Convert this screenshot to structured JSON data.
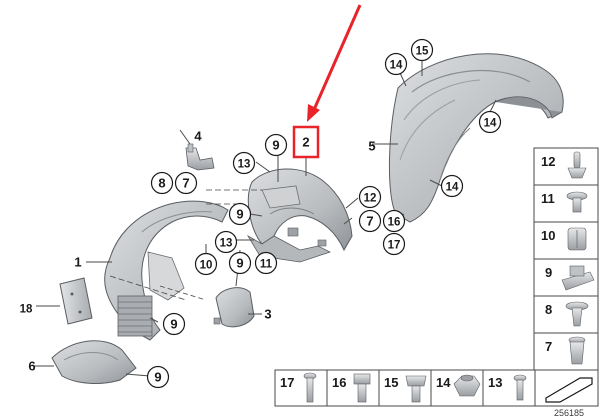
{
  "diagram": {
    "callouts": {
      "c1": "1",
      "c2": "2",
      "c3": "3",
      "c4": "4",
      "c5": "5",
      "c6": "6",
      "c7a": "7",
      "c7b": "7",
      "c8": "8",
      "c9a": "9",
      "c9b": "9",
      "c9c": "9",
      "c9d": "9",
      "c9e": "9",
      "c10a": "10",
      "c11a": "11",
      "c12a": "12",
      "c13a": "13",
      "c13b": "13",
      "c14a": "14",
      "c14b": "14",
      "c14c": "14",
      "c15a": "15",
      "c16a": "16",
      "c17a": "17",
      "c18": "18"
    },
    "legend_right": [
      "12",
      "11",
      "10",
      "9",
      "8",
      "7"
    ],
    "legend_bottom": [
      "17",
      "16",
      "15",
      "14",
      "13"
    ],
    "image_number": "256185",
    "colors": {
      "highlight": "#e8242a",
      "part_fill": "#c9cbcd",
      "part_shade": "#9ea2a6",
      "line": "#4a4a4a"
    }
  }
}
